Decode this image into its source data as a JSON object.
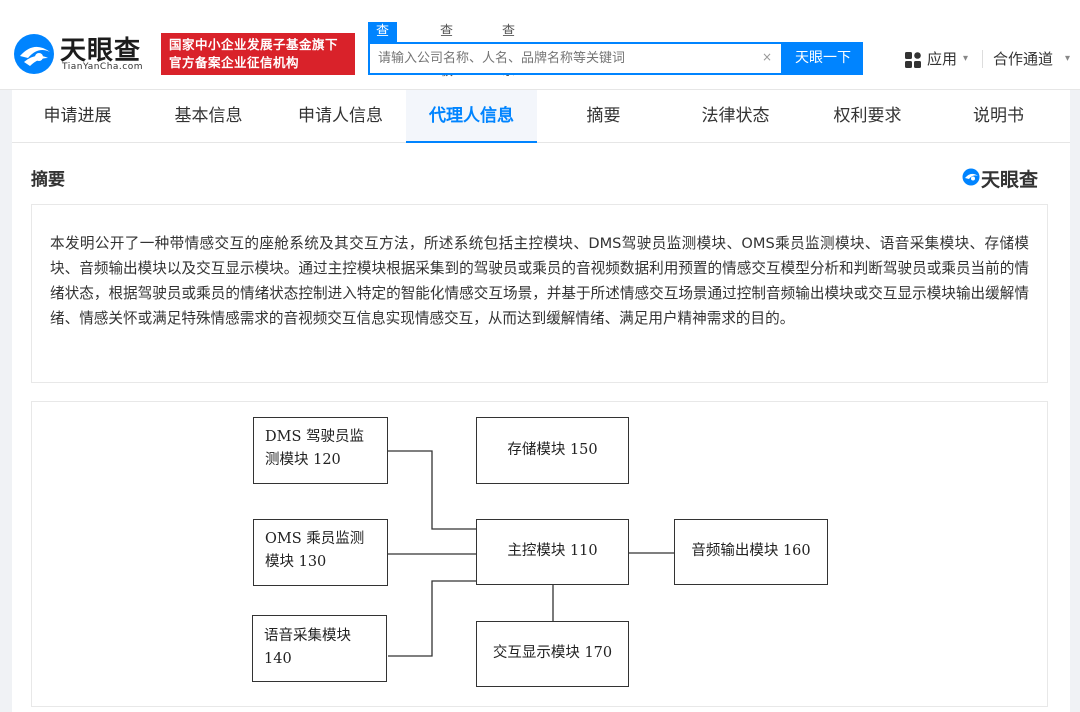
{
  "header": {
    "logo_text": "天眼查",
    "logo_sub": "TianYanCha.com",
    "slogan_line1": "国家中小企业发展子基金旗下",
    "slogan_line2": "官方备案企业征信机构",
    "search_tabs": [
      "查公司",
      "查老板",
      "查关系"
    ],
    "search_placeholder": "请输入公司名称、人名、品牌名称等关键词",
    "search_clear": "×",
    "search_button": "天眼一下",
    "apps_label": "应用",
    "partner_label": "合作通道",
    "caret": "▾"
  },
  "nav": {
    "items": [
      "申请进展",
      "基本信息",
      "申请人信息",
      "代理人信息",
      "摘要",
      "法律状态",
      "权利要求",
      "说明书"
    ],
    "active": "代理人信息"
  },
  "section": {
    "title": "摘要",
    "watermark": "天眼查"
  },
  "abstract": {
    "text": "本发明公开了一种带情感交互的座舱系统及其交互方法，所述系统包括主控模块、DMS驾驶员监测模块、OMS乘员监测模块、语音采集模块、存储模块、音频输出模块以及交互显示模块。通过主控模块根据采集到的驾驶员或乘员的音视频数据利用预置的情感交互模型分析和判断驾驶员或乘员当前的情绪状态，根据驾驶员或乘员的情绪状态控制进入特定的智能化情感交互场景，并基于所述情感交互场景通过控制音频输出模块或交互显示模块输出缓解情绪、情感关怀或满足特殊情感需求的音视频交互信息实现情感交互，从而达到缓解情绪、满足用户精神需求的目的。"
  },
  "figure": {
    "dms": [
      "DMS 驾驶员监",
      "测模块 120"
    ],
    "oms": [
      "OMS 乘员监测",
      "模块 130"
    ],
    "voice": [
      "语音采集模块",
      "140"
    ],
    "storage": "存储模块 150",
    "main": "主控模块 110",
    "audio": "音频输出模块 160",
    "display": "交互显示模块 170"
  }
}
